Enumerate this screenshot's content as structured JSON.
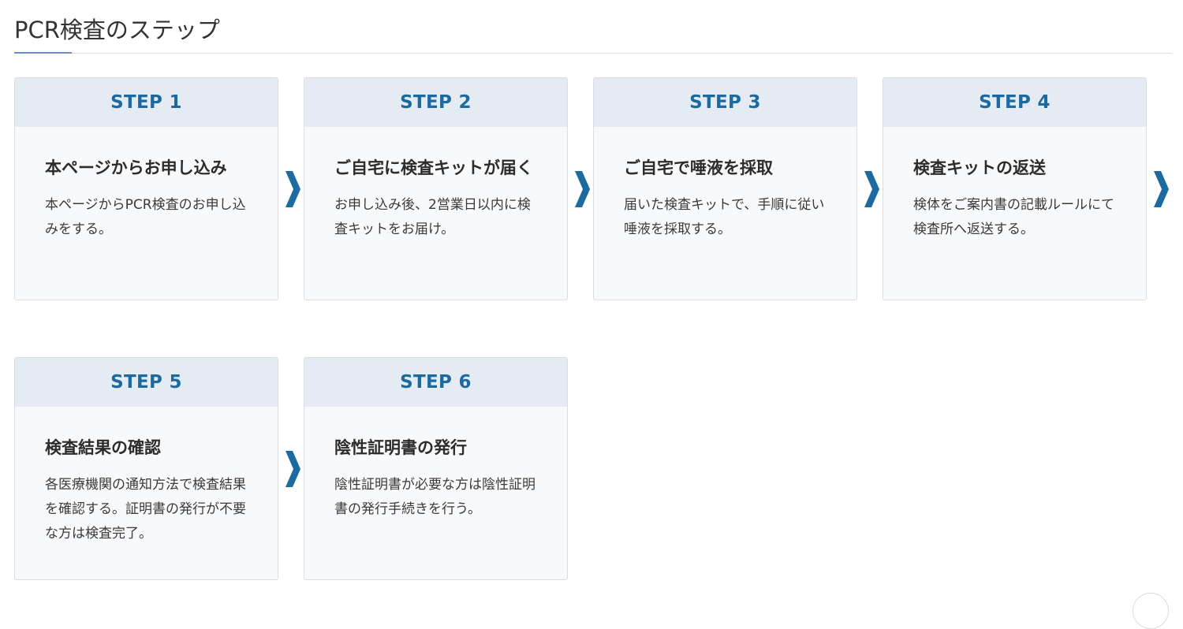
{
  "section": {
    "title": "PCR検査のステップ"
  },
  "colors": {
    "accent": "#1c6aa0",
    "header_bg": "#e5ebf3",
    "card_bg": "#f8f9fb"
  },
  "arrow_icon": "chevron-right-icon",
  "steps": [
    {
      "label": "STEP 1",
      "heading": "本ページからお申し込み",
      "description": "本ページからPCR検査のお申し込みをする。"
    },
    {
      "label": "STEP 2",
      "heading": "ご自宅に検査キットが届く",
      "description": "お申し込み後、2営業日以内に検査キットをお届け。"
    },
    {
      "label": "STEP 3",
      "heading": "ご自宅で唾液を採取",
      "description": "届いた検査キットで、手順に従い唾液を採取する。"
    },
    {
      "label": "STEP 4",
      "heading": "検査キットの返送",
      "description": "検体をご案内書の記載ルールにて検査所へ返送する。"
    },
    {
      "label": "STEP 5",
      "heading": "検査結果の確認",
      "description": "各医療機関の通知方法で検査結果を確認する。証明書の発行が不要な方は検査完了。"
    },
    {
      "label": "STEP 6",
      "heading": "陰性証明書の発行",
      "description": "陰性証明書が必要な方は陰性証明書の発行手続きを行う。"
    }
  ]
}
